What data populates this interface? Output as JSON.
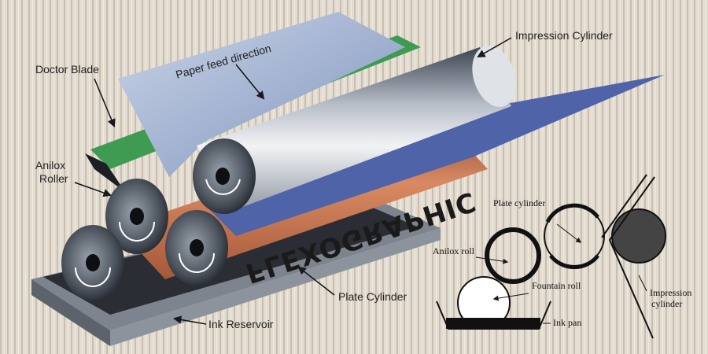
{
  "colors": {
    "background": "#e2dbd0",
    "plate_sleeve": "#c46a45",
    "green_film": "#3f9a52",
    "paper_blue": "#9fb1d0",
    "web_blue": "#4f63a8",
    "roller_dark": "#2a2f36"
  },
  "labels": {
    "impression_cylinder": "Impression Cylinder",
    "doctor_blade": "Doctor Blade",
    "paper_feed": "Paper feed direction",
    "anilox_roller_line1": "Anilox",
    "anilox_roller_line2": "Roller",
    "plate_cylinder": "Plate Cylinder",
    "ink_reservoir": "Ink Reservoir",
    "flexographic": "FLEXOGRAPHIC"
  },
  "schematic": {
    "plate_cylinder": "Plate cylinder",
    "anilox_roll": "Anilox roll",
    "fountain_roll": "Fountain roll",
    "ink_pan": "Ink pan",
    "impression_line1": "Impression",
    "impression_line2": "cylinder"
  }
}
